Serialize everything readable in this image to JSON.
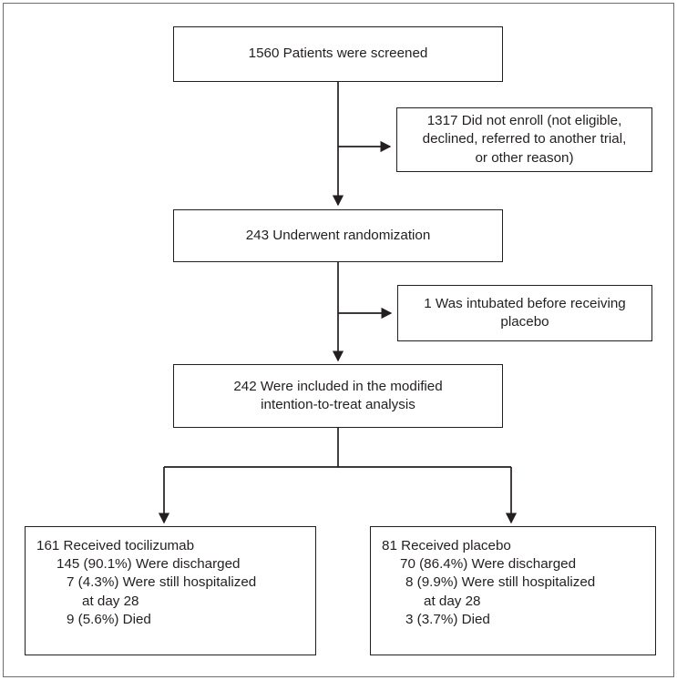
{
  "figure": {
    "type": "consort-flow-diagram",
    "title": "",
    "colors": {
      "box_border": "#231f20",
      "connector": "#231f20",
      "frame": "#6e6e6e",
      "background": "#ffffff",
      "text": "#231f20"
    }
  },
  "nodes": {
    "screened": {
      "name": "screened-box",
      "lines": [
        "1560 Patients were screened"
      ],
      "count": 1560,
      "label": "Patients were screened"
    },
    "not_enrolled": {
      "name": "not-enrolled-box",
      "lines": [
        "1317 Did not enroll (not eligible,",
        "declined, referred to another trial,",
        "or other reason)"
      ],
      "count": 1317,
      "label": "Did not enroll (not eligible, declined, referred to another trial, or other reason)"
    },
    "randomized": {
      "name": "randomization-box",
      "lines": [
        "243 Underwent randomization"
      ],
      "count": 243,
      "label": "Underwent randomization"
    },
    "intubated": {
      "name": "intubated-before-placebo-box",
      "lines": [
        "1 Was intubated before receiving",
        "placebo"
      ],
      "count": 1,
      "label": "Was intubated before receiving placebo"
    },
    "mitt": {
      "name": "modified-intention-to-treat-box",
      "lines": [
        "242 Were included in the modified",
        "intention-to-treat analysis"
      ],
      "count": 242,
      "label": "Were included in the modified intention-to-treat analysis"
    },
    "tocilizumab": {
      "name": "tocilizumab-arm-box",
      "count": 161,
      "arm_label": "161 Received tocilizumab",
      "lines": [
        "161 Received tocilizumab",
        "145 (90.1%) Were discharged",
        "7 (4.3%) Were still hospitalized",
        "at day 28",
        "9 (5.6%) Died"
      ],
      "outcomes": [
        {
          "n": 145,
          "percent": "90.1%",
          "text": "Were discharged"
        },
        {
          "n": 7,
          "percent": "4.3%",
          "text": "Were still hospitalized at day 28"
        },
        {
          "n": 9,
          "percent": "5.6%",
          "text": "Died"
        }
      ]
    },
    "placebo": {
      "name": "placebo-arm-box",
      "count": 81,
      "arm_label": "81 Received placebo",
      "lines": [
        "81 Received placebo",
        "70 (86.4%) Were discharged",
        "8 (9.9%) Were still hospitalized",
        "at day 28",
        "3 (3.7%) Died"
      ],
      "outcomes": [
        {
          "n": 70,
          "percent": "86.4%",
          "text": "Were discharged"
        },
        {
          "n": 8,
          "percent": "9.9%",
          "text": "Were still hospitalized at day 28"
        },
        {
          "n": 3,
          "percent": "3.7%",
          "text": "Died"
        }
      ]
    }
  }
}
